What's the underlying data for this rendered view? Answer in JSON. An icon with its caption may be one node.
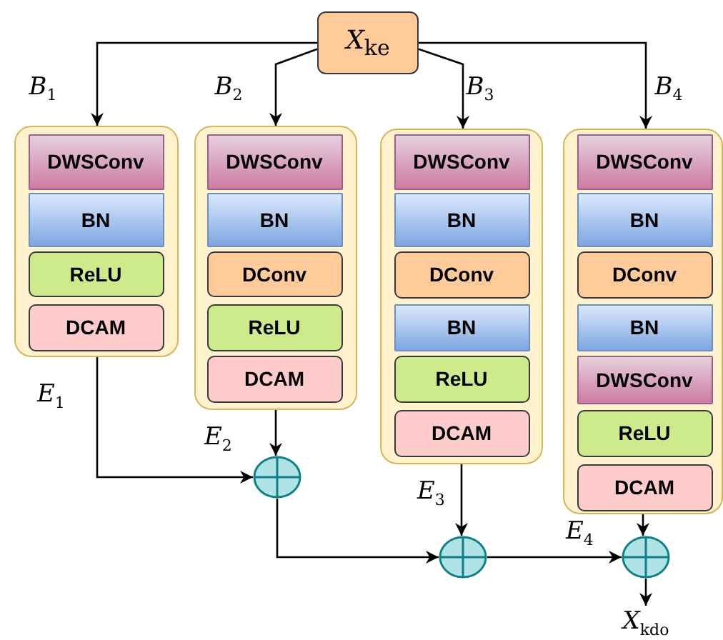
{
  "diagram": {
    "nodes": [
      {
        "text": [
          "*X*$_{ke}$"
        ]
      },
      {
        "text": [
          "*B*$_{1}$"
        ]
      },
      {
        "text": [
          "DWSConv"
        ],
        "in": 1
      },
      {
        "text": [
          "BN"
        ],
        "in": 1
      },
      {
        "text": [
          "ReLU"
        ],
        "in": 1
      },
      {
        "text": [
          "DCAM"
        ],
        "in": 1
      },
      {
        "text": [
          "*B*$_{2}$"
        ]
      },
      {
        "text": [
          "DWSConv"
        ],
        "in": 6
      },
      {
        "text": [
          "BN"
        ],
        "in": 6
      },
      {
        "text": [
          "DConv"
        ],
        "in": 6
      },
      {
        "text": [
          "ReLU"
        ],
        "in": 6
      },
      {
        "text": [
          "DCAM"
        ],
        "in": 6
      },
      {
        "text": [
          "*B*$_{3}$"
        ]
      },
      {
        "text": [
          "DWSConv"
        ],
        "in": 12
      },
      {
        "text": [
          "BN"
        ],
        "in": 12
      },
      {
        "text": [
          "DConv"
        ],
        "in": 12
      },
      {
        "text": [
          "BN"
        ],
        "in": 12
      },
      {
        "text": [
          "ReLU"
        ],
        "in": 12
      },
      {
        "text": [
          "DCAM"
        ],
        "in": 12
      },
      {
        "text": [
          "*B*$_{4}$"
        ]
      },
      {
        "text": [
          "DWSConv"
        ],
        "in": 19
      },
      {
        "text": [
          "BN"
        ],
        "in": 19
      },
      {
        "text": [
          "DConv"
        ],
        "in": 19
      },
      {
        "text": [
          "BN"
        ],
        "in": 19
      },
      {
        "text": [
          "DWSConv"
        ],
        "in": 19
      },
      {
        "text": [
          "ReLU"
        ],
        "in": 19
      },
      {
        "text": [
          "DCAM"
        ],
        "in": 19
      },
      {
        "text": [],
        "shape": "circle"
      },
      {
        "text": [],
        "shape": "circle"
      },
      {
        "text": [],
        "shape": "circle"
      },
      {
        "text": [
          "*X*$_{kdo}$"
        ]
      }
    ],
    "edges": [
      {
        "from": 0,
        "to": 1,
        "arrow": "to"
      },
      {
        "from": 0,
        "to": 6,
        "arrow": "to"
      },
      {
        "from": 0,
        "to": 12,
        "arrow": "to"
      },
      {
        "from": 0,
        "to": 19,
        "arrow": "to"
      },
      {
        "from": 1,
        "to": 27,
        "arrow": "to",
        "label": "*E*$_{1}$"
      },
      {
        "from": 6,
        "to": 27,
        "arrow": "to",
        "label": "*E*$_{2}$"
      },
      {
        "from": 27,
        "to": 28,
        "arrow": "to"
      },
      {
        "from": 12,
        "to": 28,
        "arrow": "to",
        "label": "*E*$_{3}$"
      },
      {
        "from": 28,
        "to": 29,
        "arrow": "to",
        "label": "*E*$_{4}$"
      },
      {
        "from": 19,
        "to": 29,
        "arrow": "to"
      },
      {
        "from": 29,
        "to": 30,
        "arrow": "to"
      }
    ]
  }
}
